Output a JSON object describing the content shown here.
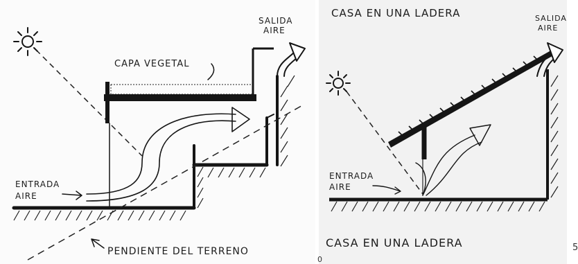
{
  "left": {
    "air_out_label_1": "SALIDA",
    "air_out_label_2": "AIRE",
    "green_layer_label": "CAPA VEGETAL",
    "air_in_label_1": "ENTRADA",
    "air_in_label_2": "AIRE",
    "slope_label": "PENDIENTE DEL TERRENO"
  },
  "right": {
    "title": "CASA EN UNA LADERA",
    "air_out_label_1": "SALIDA",
    "air_out_label_2": "AIRE",
    "air_in_label_1": "ENTRADA",
    "air_in_label_2": "AIRE",
    "caption": "CASA EN UNA LADERA"
  },
  "page_number": "5",
  "page_number_left": "0",
  "colors": {
    "ink": "#151515",
    "paper_left": "#fbfbfb",
    "paper_right": "#f2f2f2"
  }
}
